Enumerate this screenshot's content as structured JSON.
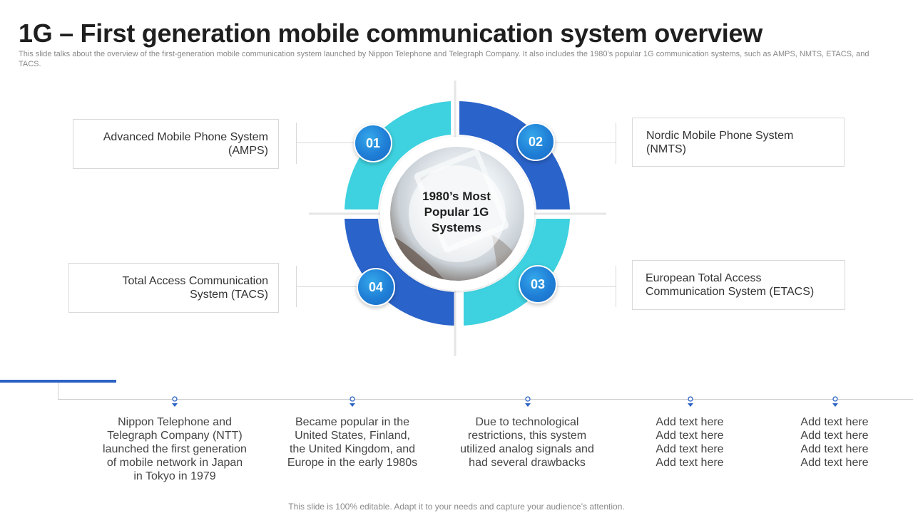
{
  "slide": {
    "title": "1G – First generation mobile communication system overview",
    "subtitle": "This slide talks about the overview of the first-generation mobile communication system launched by Nippon Telephone and Telegraph Company. It also includes the 1980’s popular 1G communication systems, such as AMPS, NMTS, ETACS, and TACS.",
    "footer": "This slide is 100% editable. Adapt it to your needs and capture your audience’s attention."
  },
  "diagram": {
    "center": {
      "line1": "1980’s Most",
      "line2": "Popular 1G",
      "line3": "Systems"
    },
    "items": [
      {
        "number": "01",
        "line1": "Advanced Mobile Phone System",
        "line2": "(AMPS)"
      },
      {
        "number": "02",
        "line1": "Nordic Mobile Phone System",
        "line2": "(NMTS)"
      },
      {
        "number": "03",
        "line1": "European Total Access",
        "line2": "Communication System (ETACS)"
      },
      {
        "number": "04",
        "line1": "Total Access Communication",
        "line2": "System (TACS)"
      }
    ],
    "colors": {
      "cyan": "#3ed1df",
      "blue": "#2a63c9",
      "badge": "#1f7ed6"
    }
  },
  "timeline": {
    "items": [
      {
        "lines": [
          "Nippon Telephone and",
          "Telegraph Company (NTT)",
          "launched the first generation",
          "of mobile network in Japan",
          "in Tokyo in 1979"
        ]
      },
      {
        "lines": [
          "Became popular in the",
          "United States, Finland,",
          "the United Kingdom, and",
          "Europe in the early 1980s"
        ]
      },
      {
        "lines": [
          "Due to technological",
          "restrictions, this system",
          "utilized analog signals and",
          "had several drawbacks"
        ]
      },
      {
        "lines": [
          "Add text here",
          "Add text here",
          "Add text here",
          "Add text here"
        ]
      },
      {
        "lines": [
          "Add text here",
          "Add text here",
          "Add text here",
          "Add text here"
        ]
      }
    ],
    "accent_color": "#2a63c4"
  }
}
